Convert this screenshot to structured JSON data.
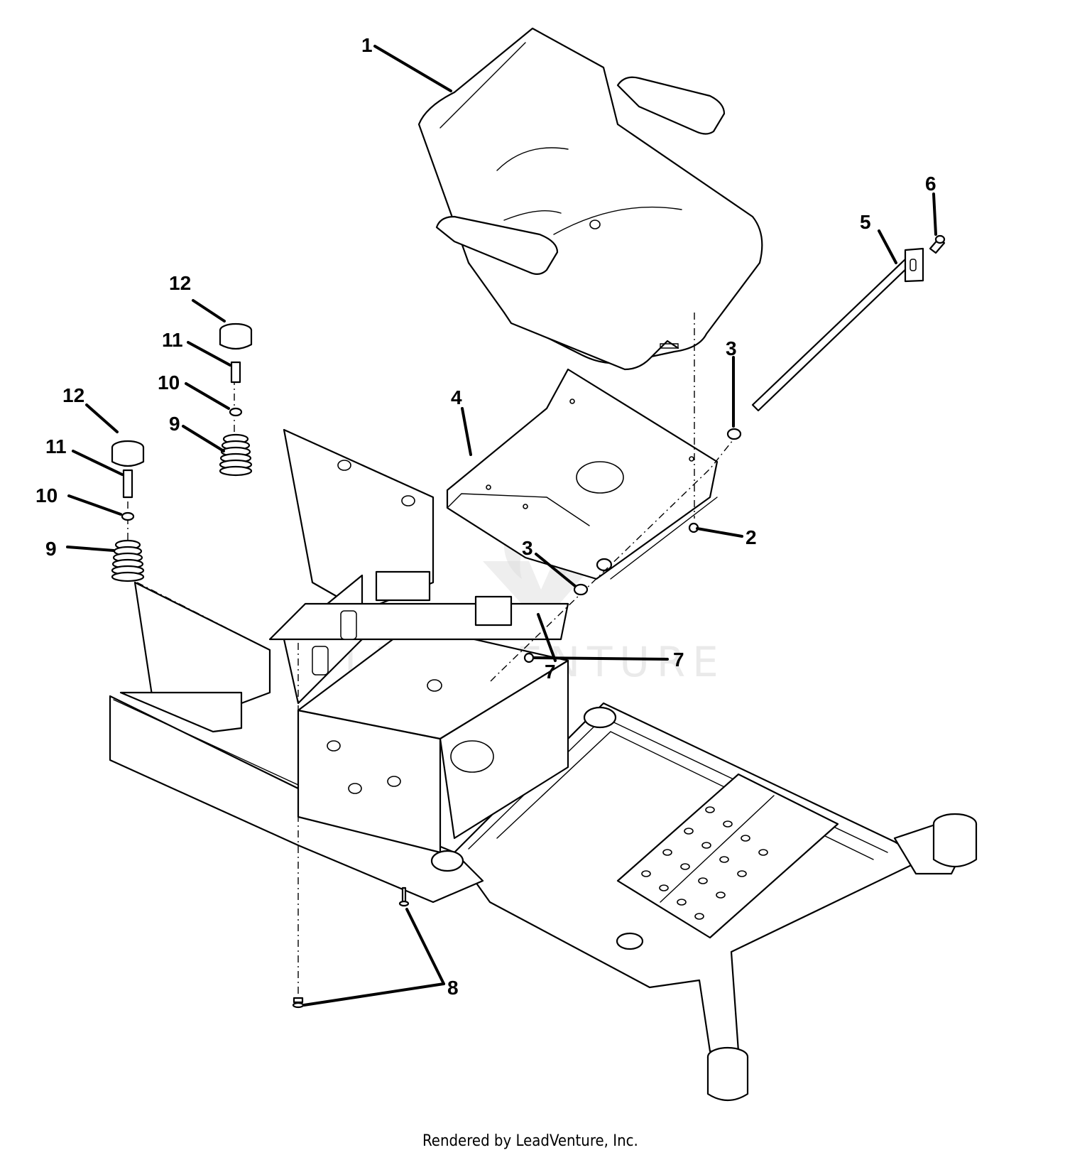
{
  "callouts": {
    "c1": "1",
    "c2": "2",
    "c3a": "3",
    "c3b": "3",
    "c4": "4",
    "c5": "5",
    "c6": "6",
    "c7a": "7",
    "c7b": "7",
    "c8": "8",
    "c9a": "9",
    "c9b": "9",
    "c10a": "10",
    "c10b": "10",
    "c11a": "11",
    "c11b": "11",
    "c12a": "12",
    "c12b": "12"
  },
  "footer": {
    "credit": "Rendered by LeadVenture, Inc."
  },
  "watermark": {
    "text": "LEADVENTURE"
  },
  "colors": {
    "line": "#000000",
    "background": "#ffffff",
    "watermark": "#d9d9d9"
  }
}
